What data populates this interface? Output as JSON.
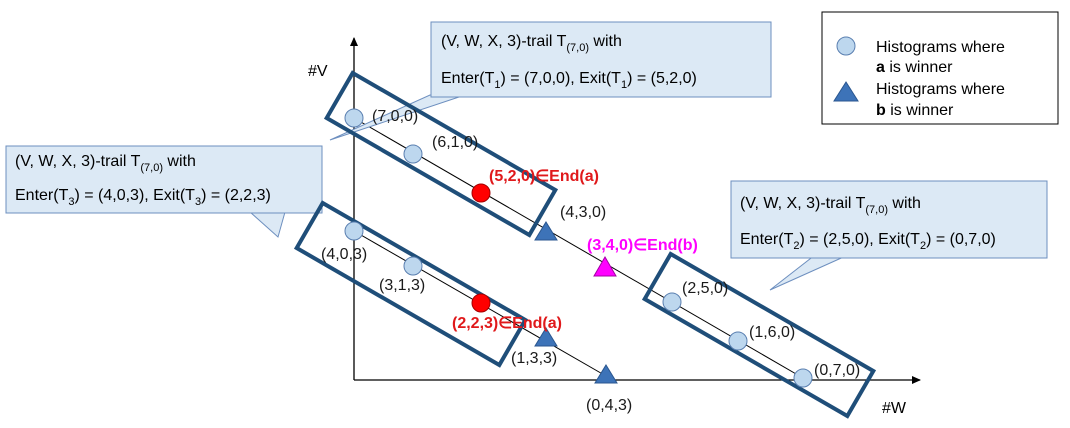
{
  "axes": {
    "y_label": "#V",
    "x_label": "#W"
  },
  "points": [
    {
      "id": "p700",
      "label": "(7,0,0)",
      "kind": "circle",
      "color": "#bdd7ee"
    },
    {
      "id": "p610",
      "label": "(6,1,0)",
      "kind": "circle",
      "color": "#bdd7ee"
    },
    {
      "id": "p520",
      "label": "(5,2,0)",
      "kind": "circle",
      "color": "#ff0000",
      "end_label": "(5,2,0)∈End(a)",
      "end_color": "#e0191b"
    },
    {
      "id": "p430",
      "label": "(4,3,0)",
      "kind": "triangle",
      "color": "#3d73b8"
    },
    {
      "id": "p340",
      "label": "(3,4,0)∈End(b)",
      "kind": "triangle",
      "color": "#ff00ff",
      "label_color": "#ff00ff"
    },
    {
      "id": "p250",
      "label": "(2,5,0)",
      "kind": "circle",
      "color": "#bdd7ee"
    },
    {
      "id": "p160",
      "label": "(1,6,0)",
      "kind": "circle",
      "color": "#bdd7ee"
    },
    {
      "id": "p070",
      "label": "(0,7,0)",
      "kind": "circle",
      "color": "#bdd7ee"
    },
    {
      "id": "p403",
      "label": "(4,0,3)",
      "kind": "circle",
      "color": "#bdd7ee"
    },
    {
      "id": "p313",
      "label": "(3,1,3)",
      "kind": "circle",
      "color": "#bdd7ee"
    },
    {
      "id": "p223",
      "label": "(2,2,3)",
      "kind": "circle",
      "color": "#ff0000",
      "end_label": "(2,2,3)∈End(a)",
      "end_color": "#e0191b"
    },
    {
      "id": "p133",
      "label": "(1,3,3)",
      "kind": "triangle",
      "color": "#3d73b8"
    },
    {
      "id": "p043",
      "label": "(0,4,3)",
      "kind": "triangle",
      "color": "#3d73b8"
    }
  ],
  "callouts": {
    "t1": {
      "title": "(V, W, X, 3)-trail T",
      "sub": "(7,0)",
      "with": " with",
      "line2": [
        "Enter(T",
        "1",
        ") = (7,0,0), Exit(T",
        "1",
        ") = (5,2,0)"
      ]
    },
    "t2": {
      "title": "(V, W, X, 3)-trail T",
      "sub": "(7,0)",
      "with": " with",
      "line2": [
        "Enter(T",
        "2",
        ") = (2,5,0), Exit(T",
        "2",
        ") = (0,7,0)"
      ]
    },
    "t3": {
      "title": "(V, W, X, 3)-trail T",
      "sub": "(7,0)",
      "with": " with",
      "line2": [
        "Enter(T",
        "3",
        ") = (4,0,3), Exit(T",
        "3",
        ") = (2,2,3)"
      ]
    }
  },
  "legend": {
    "circle": {
      "line1": "Histograms where",
      "bold": "a",
      "line2": " is winner"
    },
    "triangle": {
      "line1": "Histograms where",
      "bold": "b",
      "line2": " is winner"
    }
  },
  "colors": {
    "callout_fill": "#dce9f5",
    "trail_frame": "#1f4e79",
    "circle": "#bdd7ee",
    "triangle": "#3d73b8",
    "end_a": "#ff0000",
    "end_b": "#ff00ff"
  }
}
